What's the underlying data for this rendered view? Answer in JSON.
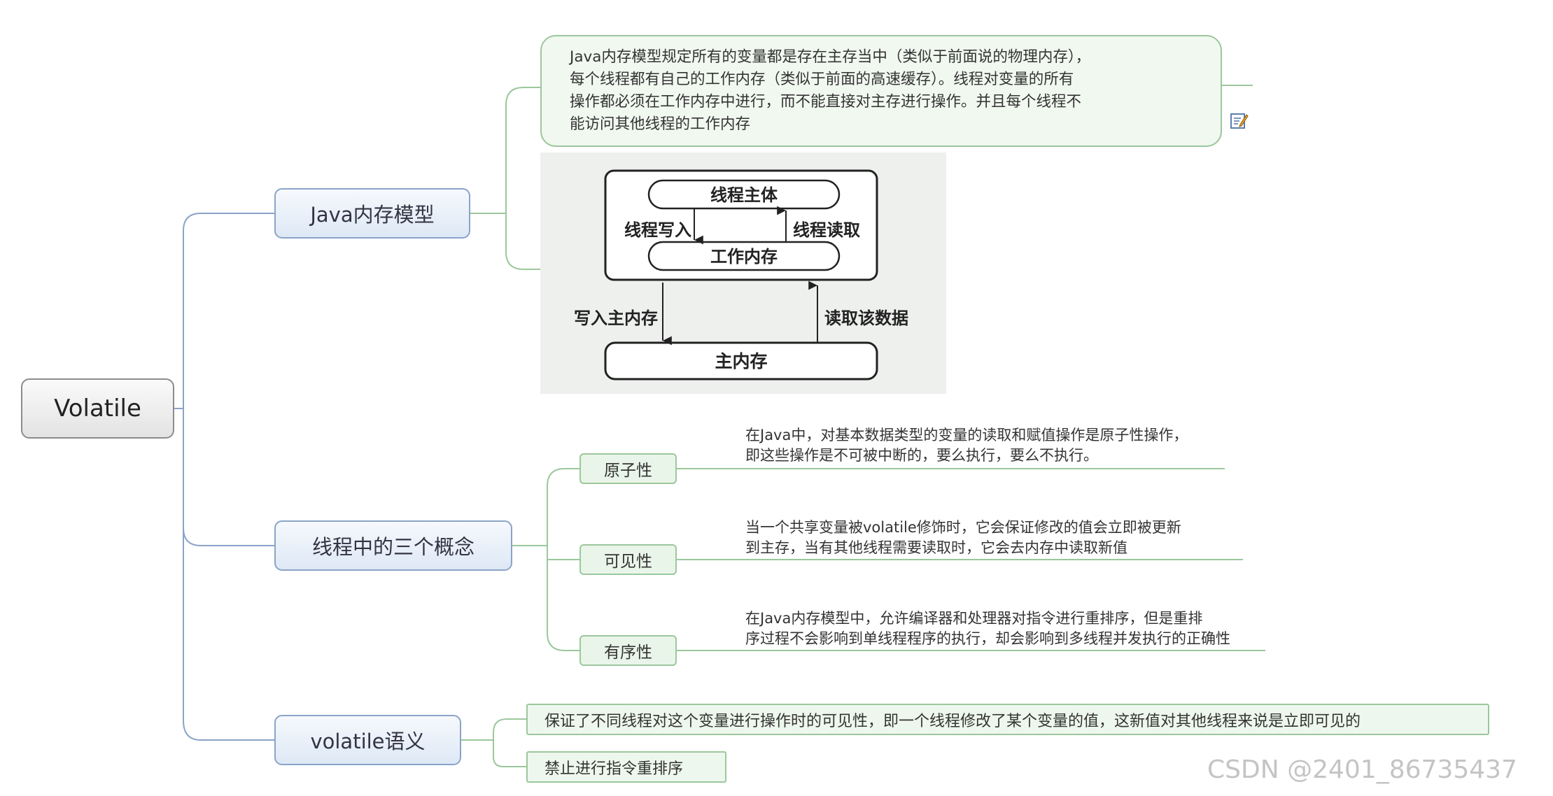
{
  "root": {
    "label": "Volatile"
  },
  "branches": {
    "jmm": {
      "label": "Java内存模型",
      "description_lines": [
        "Java内存模型规定所有的变量都是存在主存当中（类似于前面说的物理内存），",
        "每个线程都有自己的工作内存（类似于前面的高速缓存）。线程对变量的所有",
        "操作都必须在工作内存中进行，而不能直接对主存进行操作。并且每个线程不",
        "能访问其他线程的工作内存"
      ],
      "diagram": {
        "thread_body": "线程主体",
        "working_memory": "工作内存",
        "main_memory": "主内存",
        "thread_write": "线程写入",
        "thread_read": "线程读取",
        "write_main": "写入主内存",
        "read_data": "读取该数据"
      }
    },
    "concepts": {
      "label": "线程中的三个概念",
      "items": [
        {
          "label": "原子性",
          "lines": [
            "在Java中，对基本数据类型的变量的读取和赋值操作是原子性操作，",
            "即这些操作是不可被中断的，要么执行，要么不执行。"
          ]
        },
        {
          "label": "可见性",
          "lines": [
            "当一个共享变量被volatile修饰时，它会保证修改的值会立即被更新",
            "到主存，当有其他线程需要读取时，它会去内存中读取新值"
          ]
        },
        {
          "label": "有序性",
          "lines": [
            "在Java内存模型中，允许编译器和处理器对指令进行重排序，但是重排",
            "序过程不会影响到单线程程序的执行，却会影响到多线程并发执行的正确性"
          ]
        }
      ]
    },
    "semantics": {
      "label": "volatile语义",
      "items": [
        "保证了不同线程对这个变量进行操作时的可见性，即一个线程修改了某个变量的值，这新值对其他线程来说是立即可见的",
        "禁止进行指令重排序"
      ]
    }
  },
  "watermark": "CSDN @2401_86735437",
  "icons": {
    "note": "edit-note-icon"
  },
  "colors": {
    "branch_border": "#8aa4c8",
    "sub_border": "#9cc79c",
    "root_border": "#8c8c8c"
  }
}
